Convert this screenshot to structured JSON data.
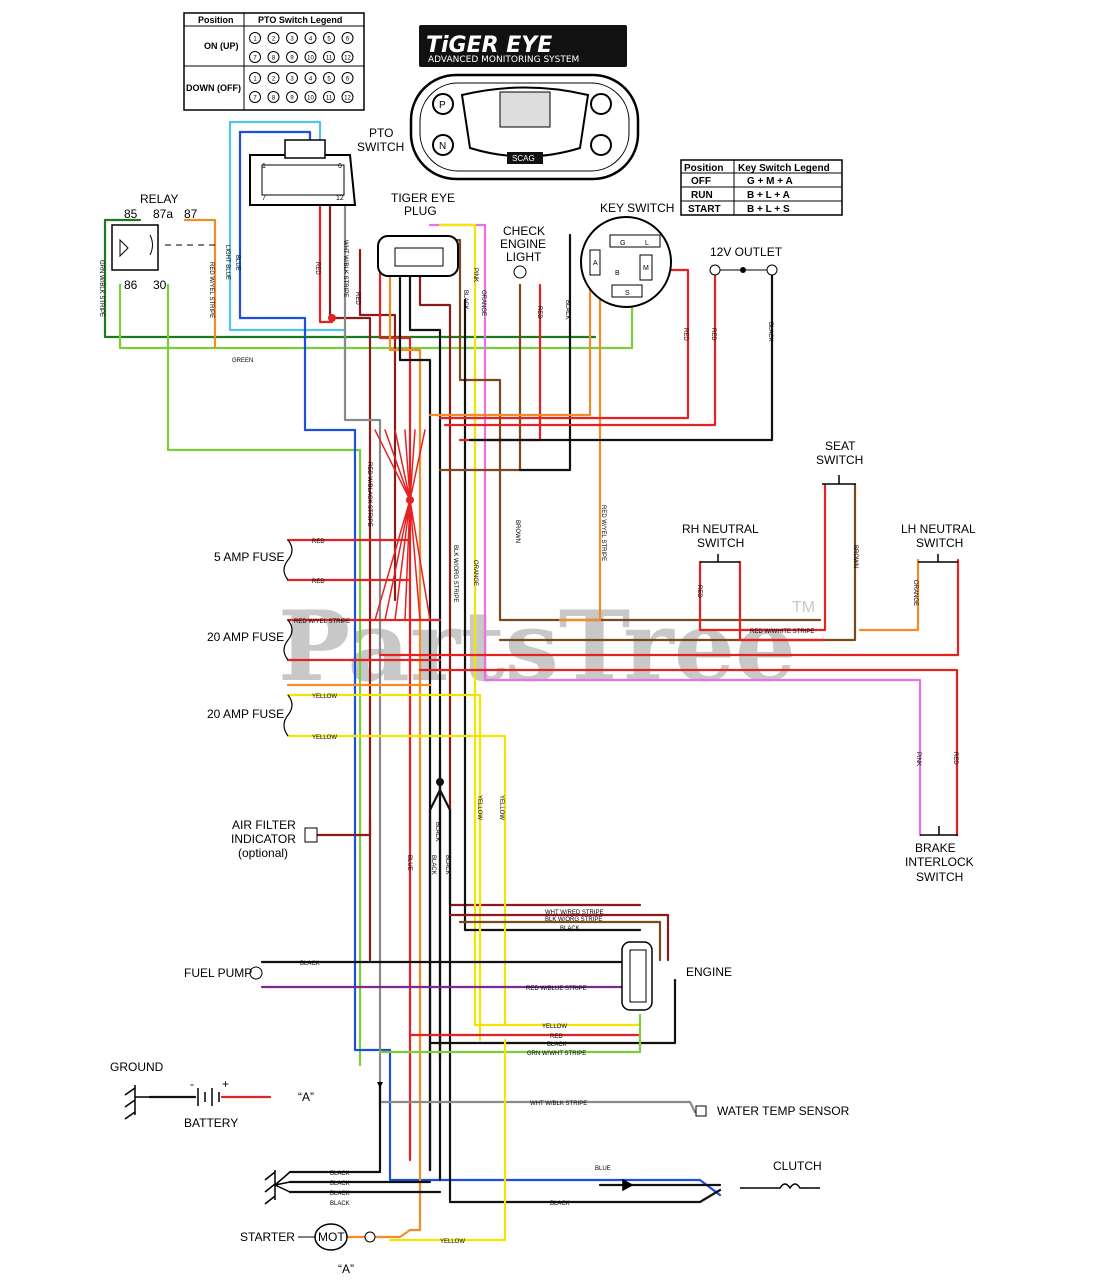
{
  "watermark": "PartsTree",
  "watermark_tm": "TM",
  "brand": {
    "title": "TiGER EYE",
    "subtitle": "ADVANCED MONITORING SYSTEM",
    "badge": "SCAG"
  },
  "pto_legend": {
    "header": [
      "Position",
      "PTO Switch Legend"
    ],
    "rows": [
      {
        "position": "ON (UP)",
        "pins": [
          "1",
          "2",
          "3",
          "4",
          "5",
          "6",
          "7",
          "8",
          "9",
          "10",
          "11",
          "12"
        ]
      },
      {
        "position": "DOWN (OFF)",
        "pins": [
          "1",
          "2",
          "3",
          "4",
          "5",
          "6",
          "7",
          "8",
          "9",
          "10",
          "11",
          "12"
        ]
      }
    ]
  },
  "key_legend": {
    "header": [
      "Position",
      "Key Switch Legend"
    ],
    "rows": [
      {
        "position": "OFF",
        "value": "G + M + A"
      },
      {
        "position": "RUN",
        "value": "B + L + A"
      },
      {
        "position": "START",
        "value": "B + L + S"
      }
    ]
  },
  "components": {
    "relay": "RELAY",
    "relay_pins": [
      "85",
      "87a",
      "87",
      "86",
      "30"
    ],
    "pto_switch": [
      "PTO",
      "SWITCH"
    ],
    "pto_pins": [
      "7",
      "1",
      "6",
      "12"
    ],
    "tiger_eye_plug": [
      "TIGER EYE",
      "PLUG"
    ],
    "check_engine": [
      "CHECK",
      "ENGINE",
      "LIGHT"
    ],
    "key_switch": "KEY SWITCH",
    "key_letters": [
      "G",
      "L",
      "A",
      "B",
      "M",
      "S"
    ],
    "outlet": "12V OUTLET",
    "seat_switch": [
      "SEAT",
      "SWITCH"
    ],
    "rh_neutral": [
      "RH NEUTRAL",
      "SWITCH"
    ],
    "lh_neutral": [
      "LH NEUTRAL",
      "SWITCH"
    ],
    "fuse_5": "5 AMP FUSE",
    "fuse_20a": "20 AMP FUSE",
    "fuse_20b": "20 AMP FUSE",
    "brake": [
      "BRAKE",
      "INTERLOCK",
      "SWITCH"
    ],
    "air_filter": [
      "AIR FILTER",
      "INDICATOR",
      "(optional)"
    ],
    "engine": "ENGINE",
    "fuel_pump": "FUEL PUMP",
    "ground": "GROUND",
    "battery": "BATTERY",
    "battery_terms": [
      "-",
      "+"
    ],
    "ref_a": "“A”",
    "water_temp": "WATER TEMP SENSOR",
    "clutch": "CLUTCH",
    "starter": "STARTER",
    "starter_mot": "MOT"
  },
  "wire_labels": {
    "green": "GREEN",
    "grn_wblk": "GRN W/BLK STRIPE",
    "red_wyel": "RED W/YEL STRIPE",
    "blue": "BLUE",
    "light_blue": "LIGHT BLUE",
    "red": "RED",
    "wht_wblk": "WHT W/BLK STRIPE",
    "pink": "PINK",
    "orange": "ORANGE",
    "black": "BLACK",
    "brown": "BROWN",
    "red_wblk": "RED W/BLACK STRIPE",
    "blk_worg": "BLK W/ORG STRIPE",
    "red_wwht": "RED W/WHITE STRIPE",
    "yellow": "YELLOW",
    "wht_wred": "WHT W/RED STRIPE",
    "blk_worg2": "BLK W/ORG STRIPE",
    "red_wblue": "RED W/BLUE STRIPE",
    "grn_wwht": "GRN W/WHT STRIPE",
    "wht_wblk2": "WHT W/BLK STRIPE"
  },
  "colors": {
    "red": "#e52222",
    "dark_red": "#8b1a1a",
    "blue": "#1d4fd8",
    "light_blue": "#55c4e8",
    "green": "#7ccd3a",
    "dark_green": "#1f7a1f",
    "orange": "#f28c28",
    "yellow": "#f2e600",
    "pink": "#e673e6",
    "brown": "#7a4a1e",
    "black": "#111111",
    "purple": "#7b2b8f",
    "grey": "#8a8a8a"
  }
}
